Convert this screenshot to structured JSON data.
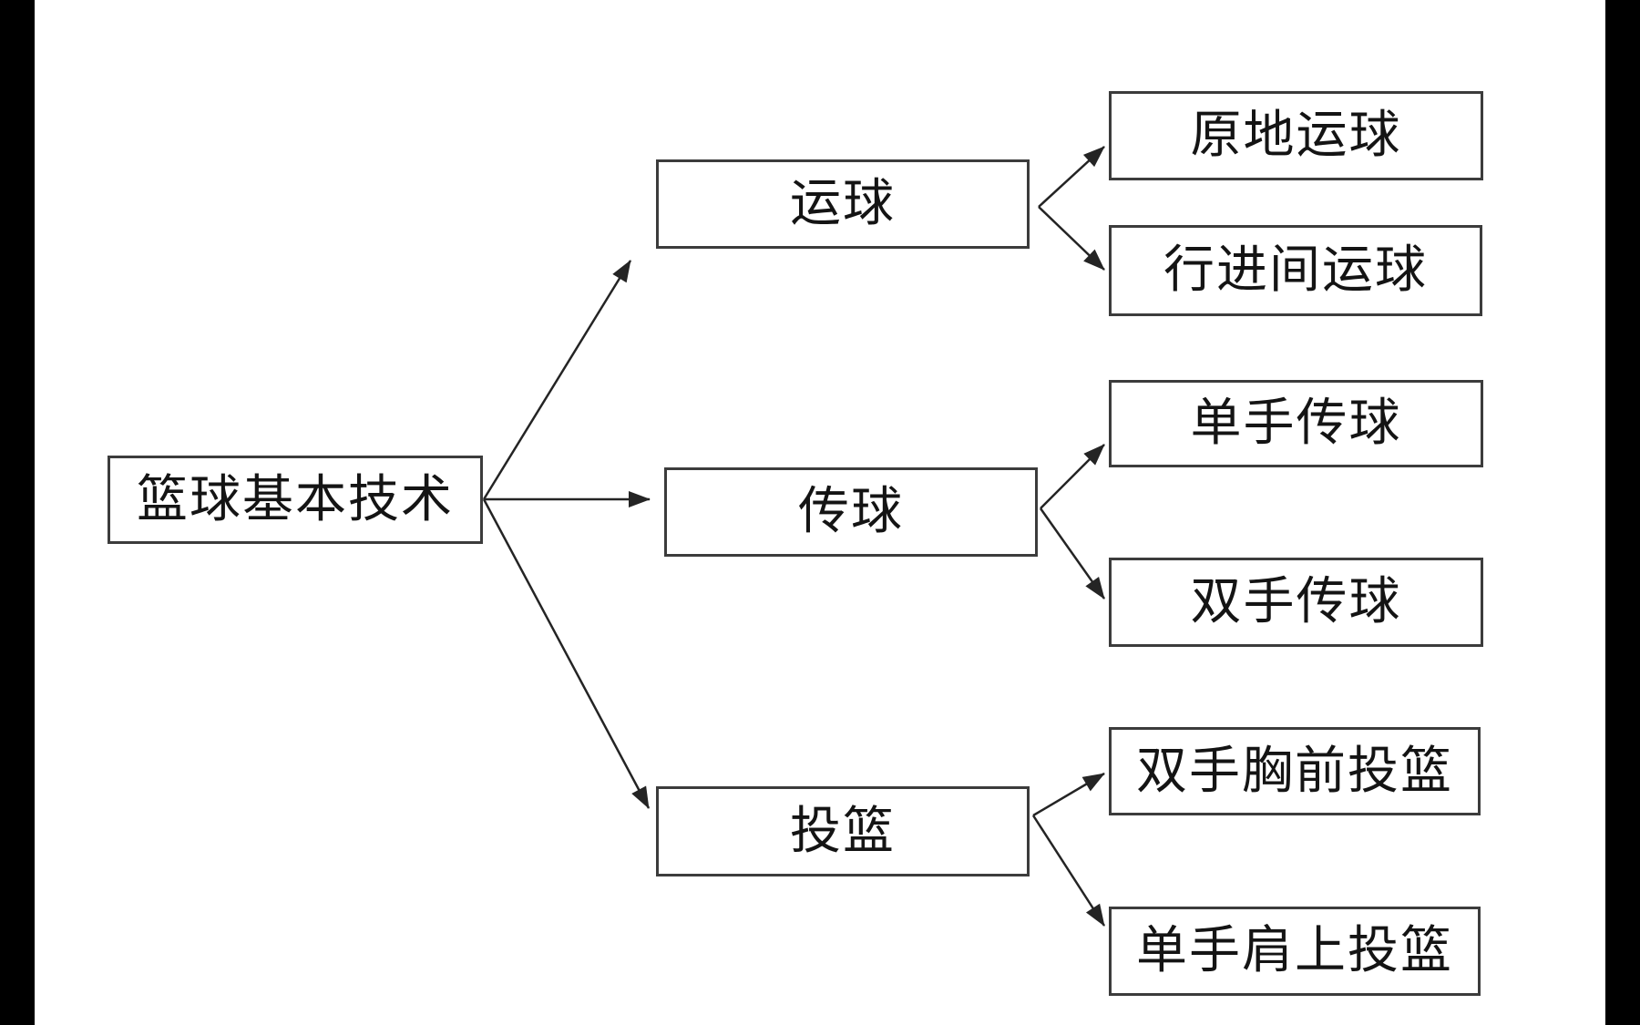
{
  "canvas": {
    "background_color": "#ffffff",
    "letterbox_color": "#000000",
    "box_border_color": "#3c3c3c",
    "arrow_color": "#242424",
    "text_color": "#141414"
  },
  "diagram": {
    "root": {
      "label": "篮球基本技术"
    },
    "branches": [
      {
        "label": "运球",
        "children": [
          {
            "label": "原地运球"
          },
          {
            "label": "行进间运球"
          }
        ]
      },
      {
        "label": "传球",
        "children": [
          {
            "label": "单手传球"
          },
          {
            "label": "双手传球"
          }
        ]
      },
      {
        "label": "投篮",
        "children": [
          {
            "label": "双手胸前投篮"
          },
          {
            "label": "单手肩上投篮"
          }
        ]
      }
    ]
  }
}
